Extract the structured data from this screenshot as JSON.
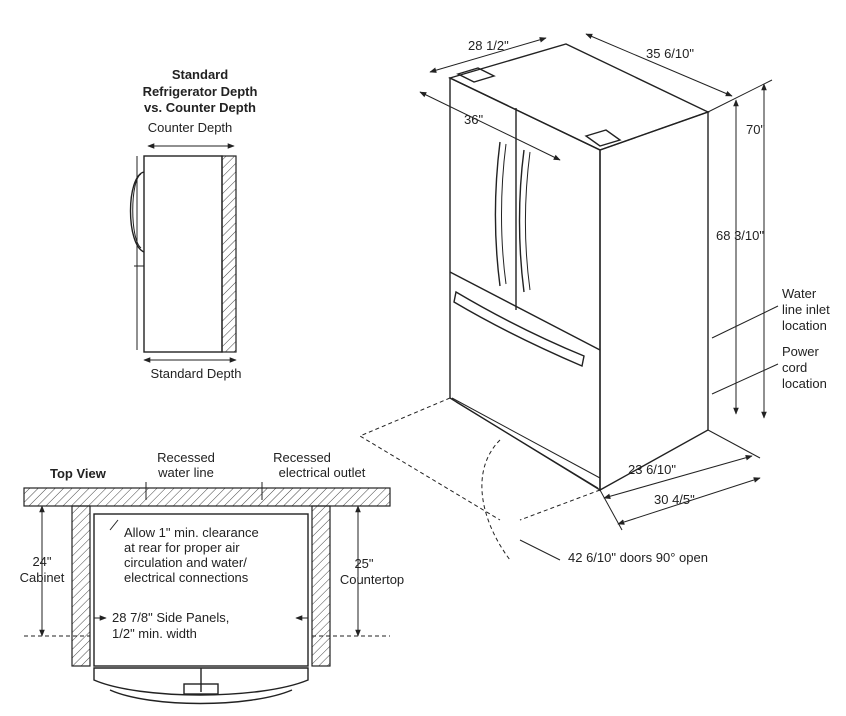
{
  "depth_diagram": {
    "title_line1": "Standard",
    "title_line2": "Refrigerator Depth",
    "title_line3": "vs. Counter Depth",
    "counter_depth_label": "Counter Depth",
    "standard_depth_label": "Standard Depth"
  },
  "fridge_dimensions": {
    "top_depth": "28 1/2\"",
    "top_width": "35 6/10\"",
    "door_width": "36\"",
    "total_height": "70\"",
    "cabinet_height": "68 3/10\"",
    "water_line_label": [
      "Water",
      "line inlet",
      "location"
    ],
    "power_cord_label": [
      "Power",
      "cord",
      "location"
    ],
    "base_depth": "23 6/10\"",
    "base_depth_with_doors": "30 4/5\"",
    "doors_open": "42 6/10\" doors 90° open"
  },
  "top_view": {
    "title": "Top View",
    "recessed_water_line": [
      "Recessed",
      "water line"
    ],
    "recessed_outlet": [
      "Recessed",
      "electrical outlet"
    ],
    "clearance_note": [
      "Allow 1\" min. clearance",
      "at rear for proper air",
      "circulation and water/",
      "electrical connections"
    ],
    "cabinet_label": [
      "24\"",
      "Cabinet"
    ],
    "countertop_label": [
      "25\"",
      "Countertop"
    ],
    "side_panels": [
      "28 7/8\" Side Panels,",
      "1/2\" min. width"
    ]
  }
}
